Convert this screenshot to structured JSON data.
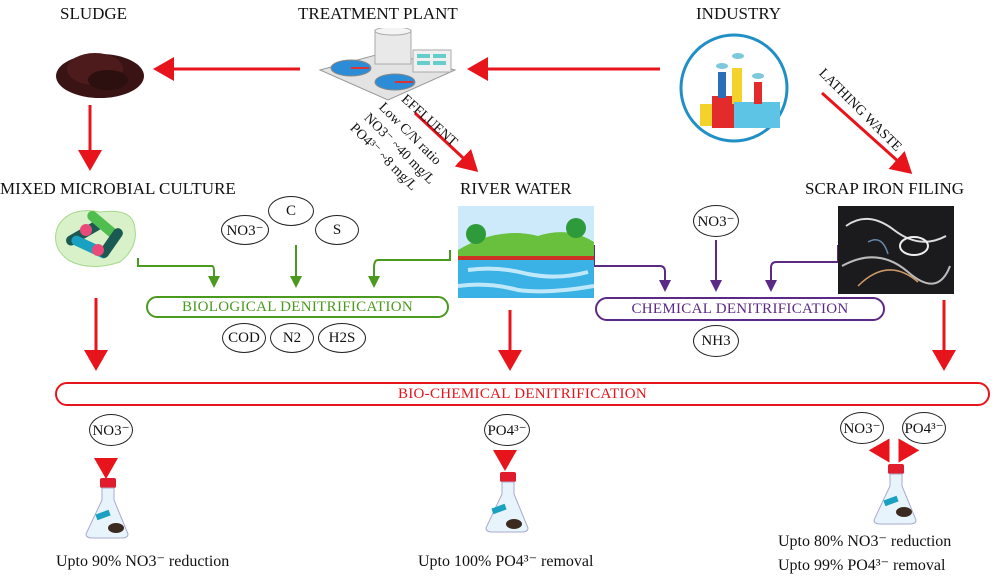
{
  "nodes": {
    "sludge": "SLUDGE",
    "treatment_plant": "TREATMENT PLANT",
    "industry": "INDUSTRY",
    "mixed_culture": "MIXED MICROBIAL CULTURE",
    "river_water": "RIVER WATER",
    "scrap_iron": "SCRAP IRON FILING"
  },
  "edge_labels": {
    "effluent": "EFFLUENT",
    "lathing_waste": "LATHING WASTE",
    "effluent_props": [
      "Low C/N ratio",
      "NO3⁻ ~40 mg/L",
      "PO4³⁻ ~8 mg/L"
    ]
  },
  "processes": {
    "biological": "BIOLOGICAL DENITRIFICATION",
    "chemical": "CHEMICAL DENITRIFICATION",
    "biochemical": "BIO-CHEMICAL DENITRIFICATION"
  },
  "species": {
    "bio_inputs": [
      "NO3⁻",
      "C",
      "S"
    ],
    "bio_outputs": [
      "COD",
      "N2",
      "H2S"
    ],
    "chem_input": "NO3⁻",
    "chem_output": "NH3",
    "result_inputs": [
      "NO3⁻",
      "PO4³⁻",
      "NO3⁻",
      "PO4³⁻"
    ]
  },
  "results": {
    "left": "Upto 90% NO3⁻ reduction",
    "middle": "Upto 100% PO4³⁻ removal",
    "right_1": "Upto 80% NO3⁻ reduction",
    "right_2": "Upto 99% PO4³⁻ removal"
  },
  "colors": {
    "flow": "#e8141b",
    "biological": "#4a9a1f",
    "chemical": "#5b2a86",
    "biochemical": "#e8141b"
  }
}
